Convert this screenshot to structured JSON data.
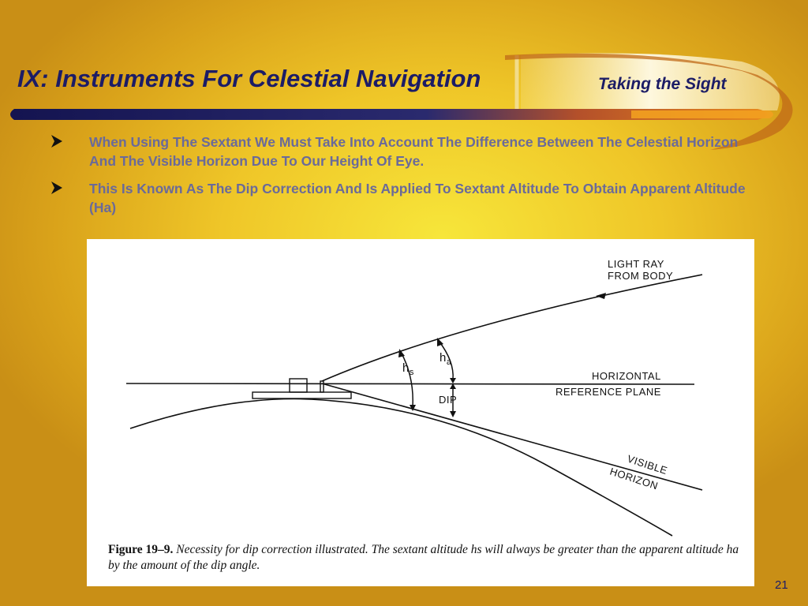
{
  "slide": {
    "title": "IX: Instruments For Celestial Navigation",
    "subtitle": "Taking the Sight",
    "page_number": "21",
    "colors": {
      "title": "#1c1c66",
      "bullet_text": "#6a6a9a",
      "band": "#1c1c66",
      "accent": "#e07a16"
    }
  },
  "bullets": [
    {
      "text": "When Using The Sextant We Must Take Into Account The Difference Between The Celestial Horizon And The Visible Horizon Due To Our Height Of Eye.",
      "icon": "arrowhead-bullet-icon"
    },
    {
      "text": "This Is Known As The Dip Correction And Is Applied To Sextant Altitude To Obtain Apparent Altitude (Ha)",
      "icon": "arrowhead-bullet-icon"
    }
  ],
  "figure": {
    "labels": {
      "light_ray_1": "LIGHT RAY",
      "light_ray_2": "FROM BODY",
      "horizontal_1": "HORIZONTAL",
      "horizontal_2": "REFERENCE PLANE",
      "visible_1": "VISIBLE",
      "visible_2": "HORIZON",
      "dip": "DIP",
      "hs": "h",
      "hs_sub": "s",
      "ha": "h",
      "ha_sub": "a"
    },
    "caption": {
      "figure_label": "Figure 19–9.",
      "text": "Necessity for dip correction illustrated. The sextant altitude hs will always be greater than the apparent altitude ha by the amount of the dip angle."
    }
  }
}
